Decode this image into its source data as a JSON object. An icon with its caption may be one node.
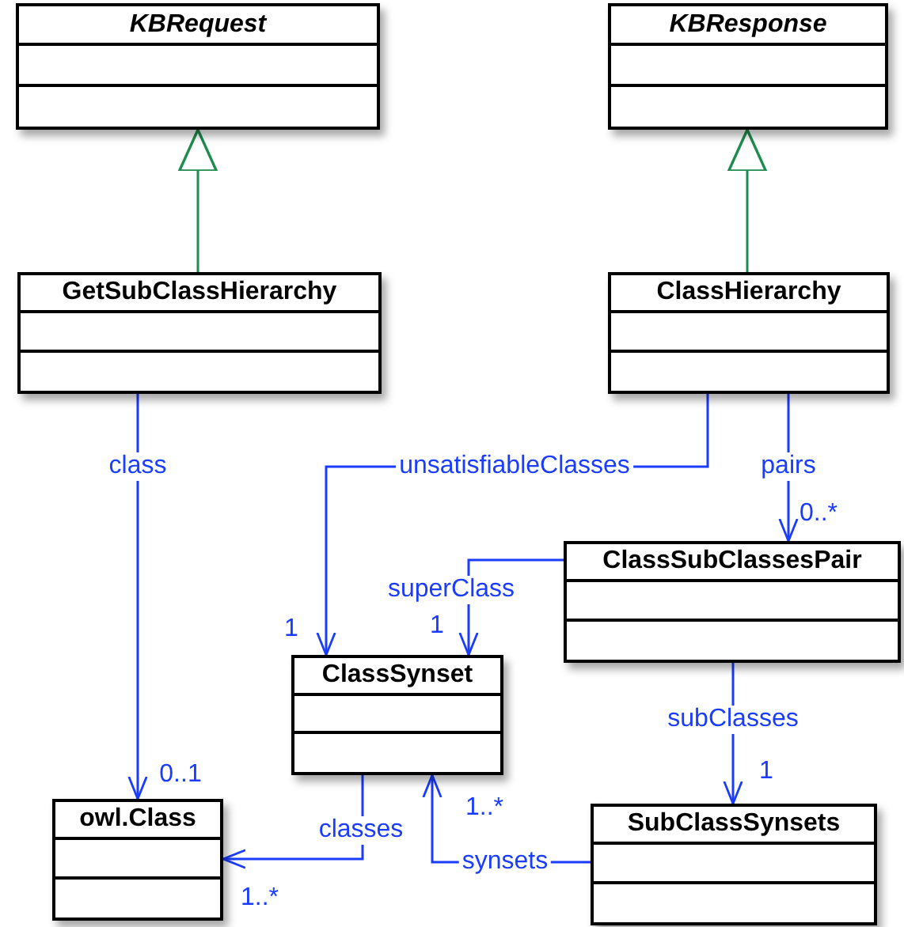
{
  "diagram": {
    "nodes": [
      {
        "text": [
          "KBRequest"
        ]
      },
      {
        "text": [
          "KBResponse"
        ]
      },
      {
        "text": [
          "GetSubClassHierarchy"
        ]
      },
      {
        "text": [
          "ClassHierarchy"
        ]
      },
      {
        "text": [
          "ClassSubClassesPair"
        ]
      },
      {
        "text": [
          "ClassSynset"
        ]
      },
      {
        "text": [
          "owl.Class"
        ]
      },
      {
        "text": [
          "SubClassSynsets"
        ]
      }
    ],
    "edges": [
      {
        "from": 2,
        "to": 0,
        "arrow": "to",
        "color": "#1e8c4e"
      },
      {
        "from": 3,
        "to": 1,
        "arrow": "to",
        "color": "#1e8c4e"
      },
      {
        "from": 2,
        "to": 6,
        "arrow": "to",
        "label": "class"
      },
      {
        "from": 3,
        "to": 5,
        "arrow": "to",
        "label": "unsatisfiableClasses"
      },
      {
        "from": 3,
        "to": 4,
        "arrow": "to",
        "label": "pairs"
      },
      {
        "from": 4,
        "to": 5,
        "arrow": "to",
        "label": "superClass"
      },
      {
        "from": 4,
        "to": 7,
        "arrow": "to",
        "label": "subClasses"
      },
      {
        "from": 5,
        "to": 6,
        "arrow": "to",
        "label": "classes"
      },
      {
        "from": 7,
        "to": 5,
        "arrow": "to",
        "label": "synsets"
      }
    ],
    "labels": [
      "0..*",
      "1",
      "1",
      "0..1",
      "1",
      "1..*",
      "1..*"
    ]
  }
}
